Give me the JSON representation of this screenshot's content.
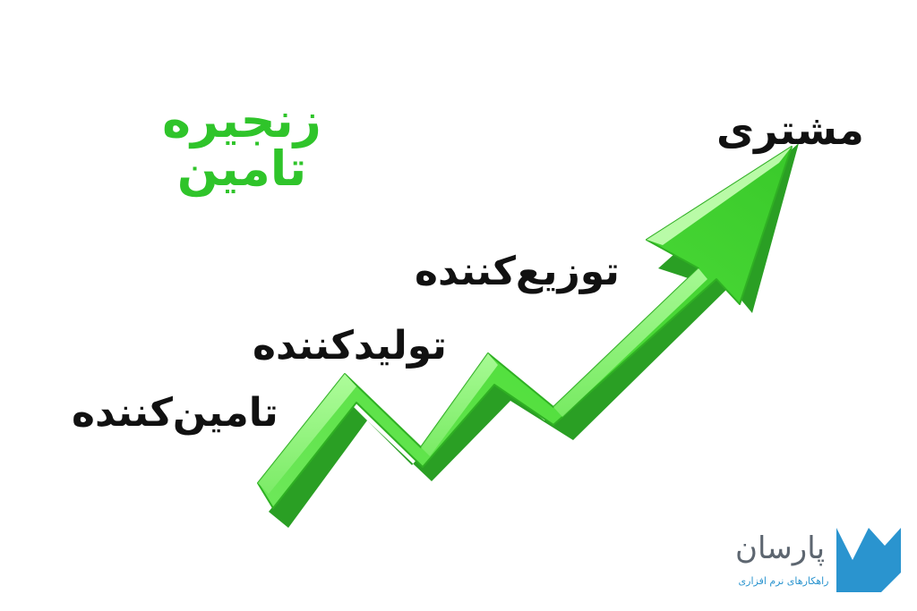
{
  "title": "زنجیره تامین",
  "stages": {
    "supplier": "تامین‌کننده",
    "producer": "تولیدکننده",
    "distributor": "توزیع‌کننده",
    "customer": "مشتری"
  },
  "logo": {
    "name": "پارسان",
    "tagline": "راهکارهای نرم افزاری"
  },
  "colors": {
    "title": "#2fc42a",
    "arrow_light": "#8ff57a",
    "arrow_mid": "#4fde3a",
    "arrow_dark": "#1e9e18",
    "logo_blue": "#2a94cf",
    "logo_gray": "#5d6670"
  }
}
